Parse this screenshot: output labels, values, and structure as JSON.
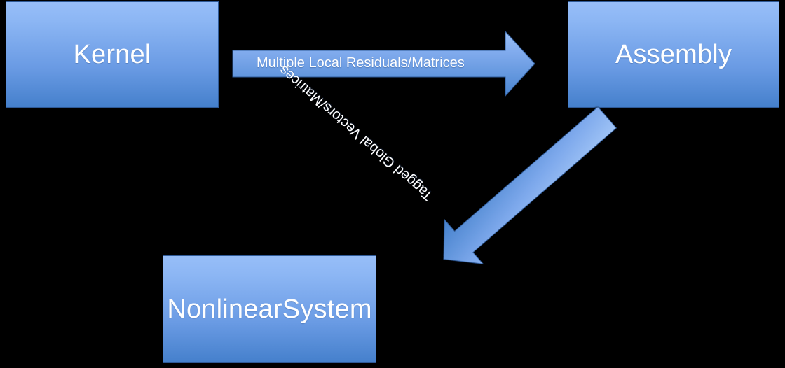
{
  "diagram": {
    "title": "Kernel to Assembly to NonlinearSystem data flow",
    "background_color": "#000000",
    "box_fill_top": "#97BEF8",
    "box_fill_bottom": "#4580CC",
    "box_border_color": "#2F5A97",
    "arrow_fill_top": "#9AC0F6",
    "arrow_fill_bottom": "#4A85D0",
    "arrow_border_color": "#2F5A97",
    "text_color": "#FFFFFF",
    "nodes": [
      {
        "id": "kernel",
        "label": "Kernel"
      },
      {
        "id": "assembly",
        "label": "Assembly"
      },
      {
        "id": "nonlinear_system",
        "label": "NonlinearSystem"
      }
    ],
    "edges": [
      {
        "id": "kernel-to-assembly",
        "label": "Multiple Local Residuals/Matrices",
        "from": "kernel",
        "to": "assembly",
        "direction": "right",
        "orientation": "horizontal"
      },
      {
        "id": "assembly-to-nonlinear-system",
        "label": "Tagged Global Vectors/Matrices",
        "from": "assembly",
        "to": "nonlinear_system",
        "direction": "down-left",
        "orientation": "diagonal",
        "label_rotation_degrees": -139
      }
    ]
  }
}
